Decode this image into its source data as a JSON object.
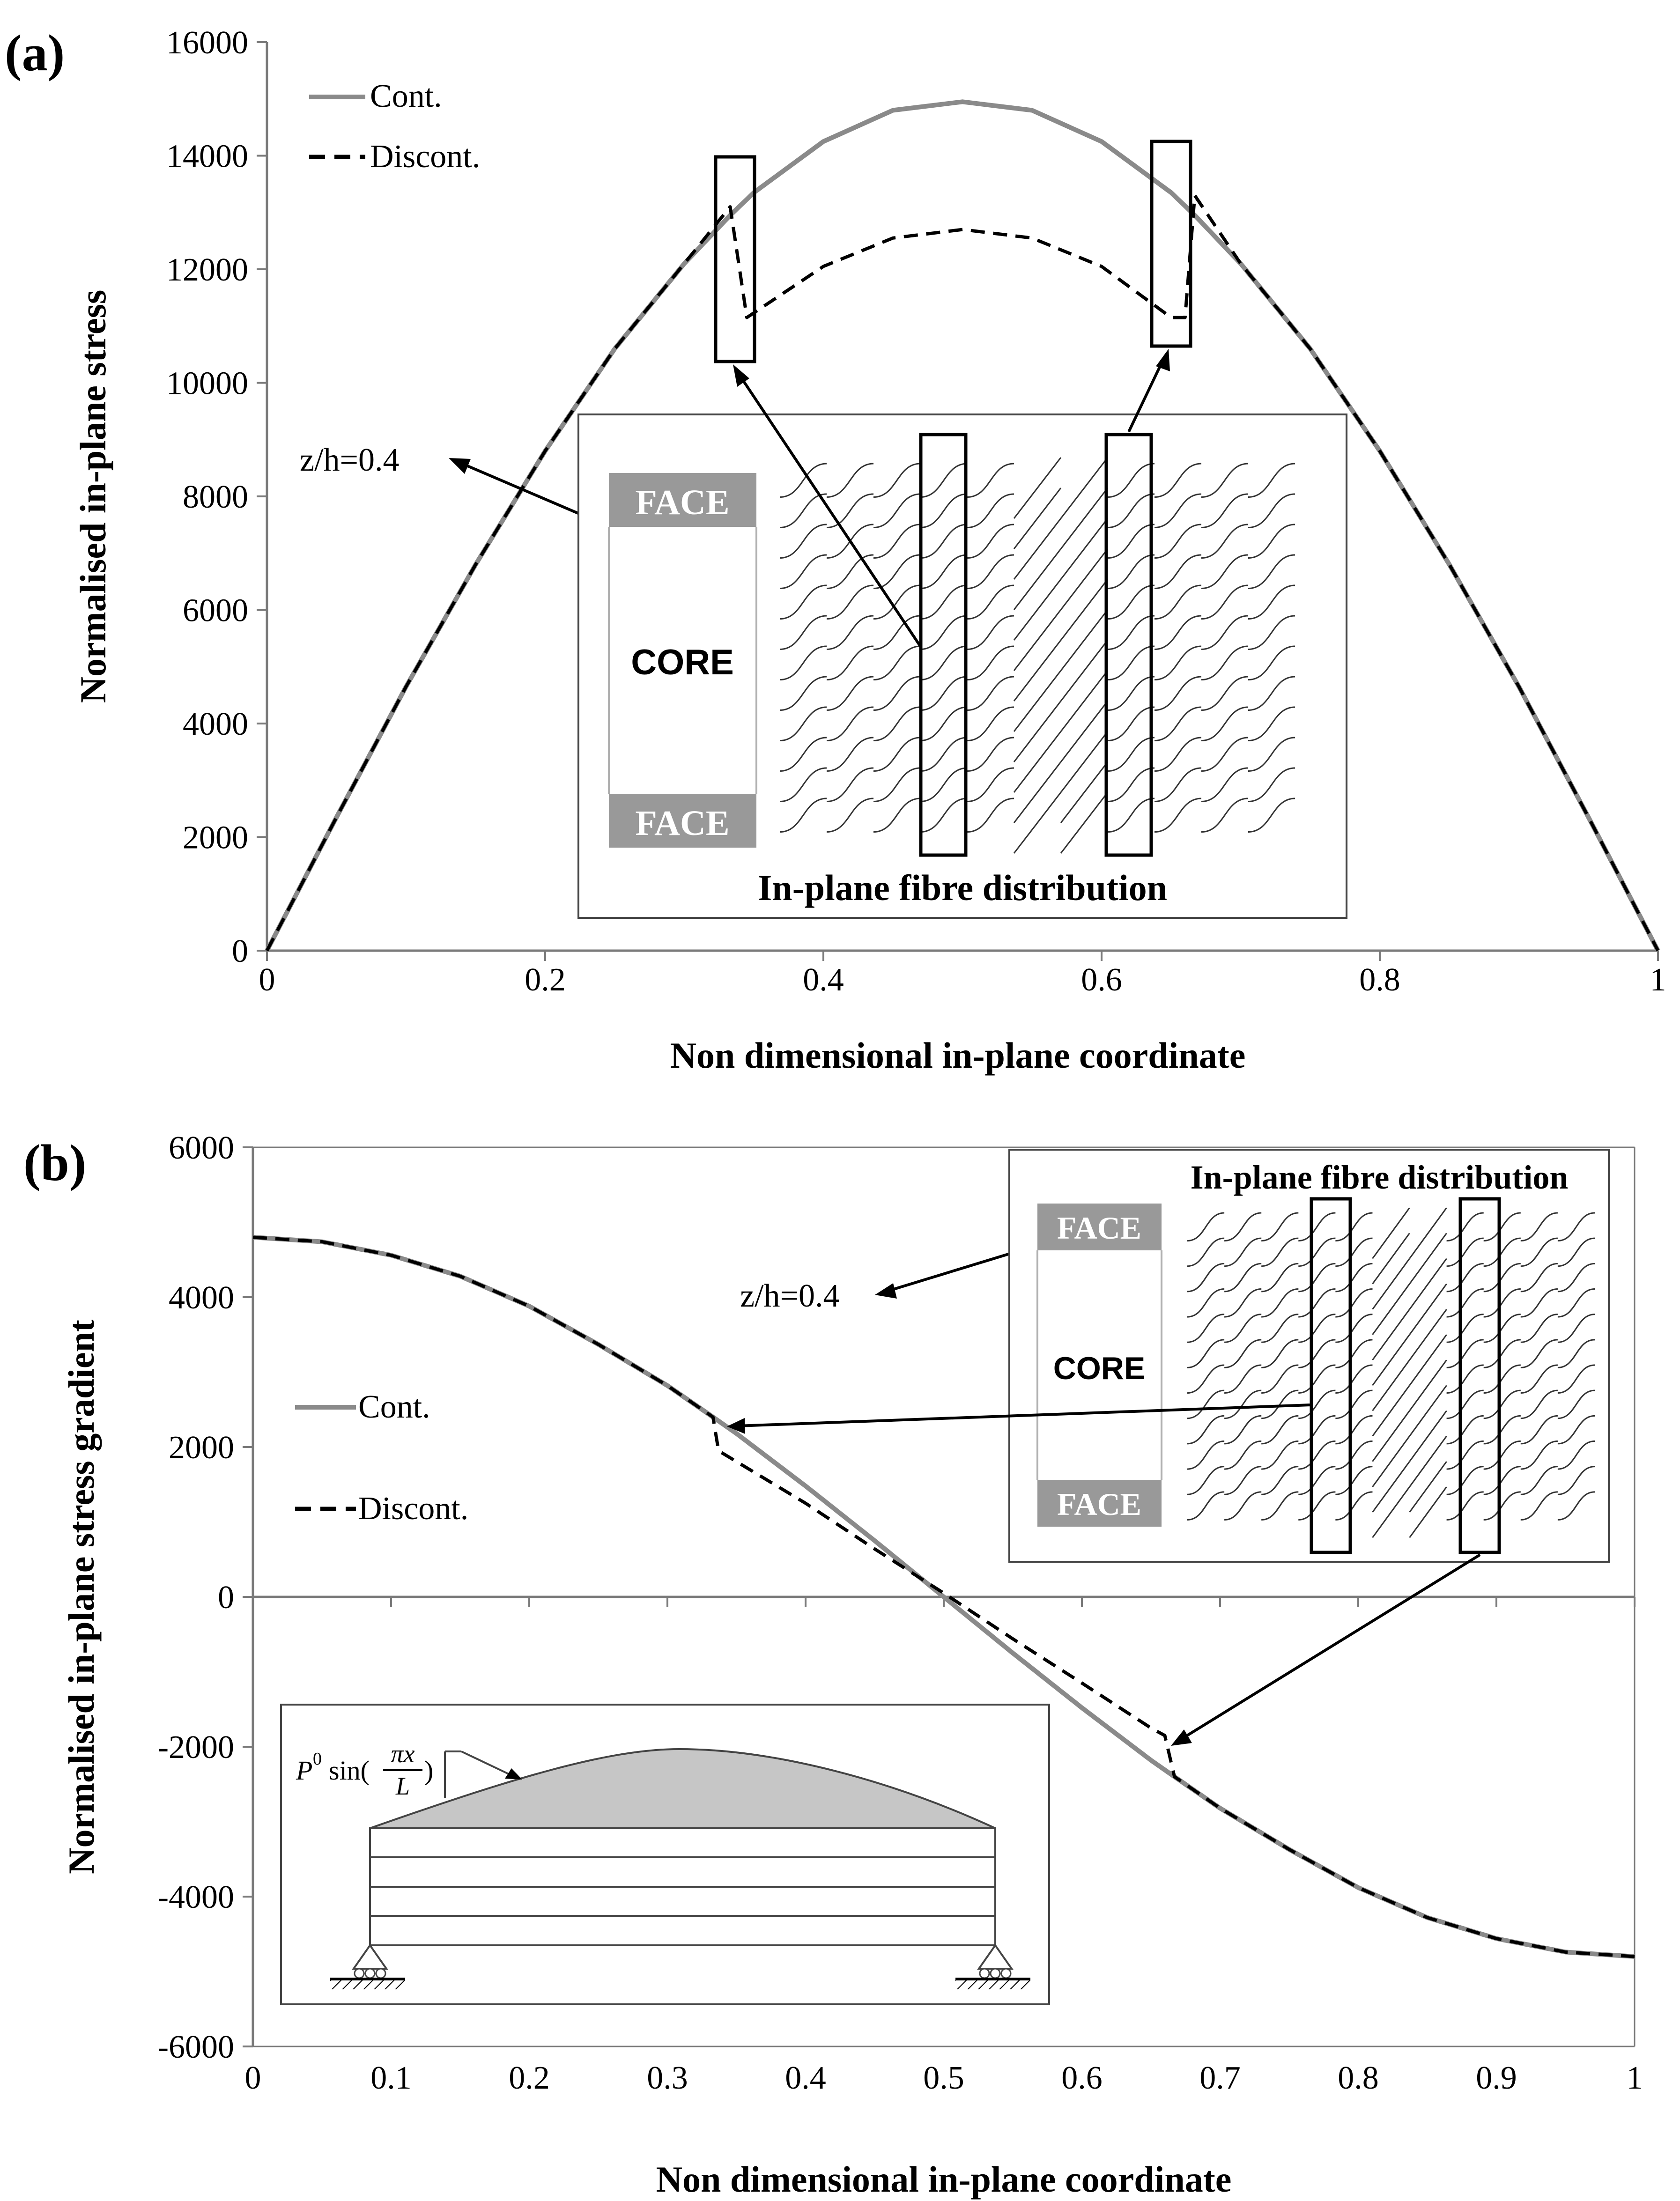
{
  "colors": {
    "cont": "#8a8a8a",
    "discont": "#000000",
    "face_fill": "#999999",
    "load_fill": "#c6c6c6"
  },
  "chart_data": [
    {
      "panel_label": "(a)",
      "type": "line",
      "xlabel": "Non dimensional in-plane coordinate",
      "ylabel": "Normalised in-plane stress",
      "xlim": [
        0,
        1
      ],
      "ylim": [
        0,
        16000
      ],
      "xticks": [
        "0",
        "0.2",
        "0.4",
        "0.6",
        "0.8",
        "1"
      ],
      "yticks": [
        "0",
        "2000",
        "4000",
        "6000",
        "8000",
        "10000",
        "12000",
        "14000",
        "16000"
      ],
      "grid": false,
      "legend_position": "top-left",
      "series": [
        {
          "name": "Cont.",
          "style": "solid",
          "x": [
            0,
            0.05,
            0.1,
            0.15,
            0.2,
            0.25,
            0.3,
            0.333,
            0.35,
            0.4,
            0.45,
            0.5,
            0.55,
            0.6,
            0.65,
            0.667,
            0.7,
            0.75,
            0.8,
            0.85,
            0.9,
            0.95,
            1
          ],
          "y": [
            0,
            2350,
            4650,
            6800,
            8800,
            10600,
            12100,
            12950,
            13350,
            14250,
            14800,
            14950,
            14800,
            14250,
            13350,
            12950,
            12100,
            10600,
            8800,
            6800,
            4650,
            2350,
            0
          ]
        },
        {
          "name": "Discont.",
          "style": "dashed",
          "x": [
            0,
            0.05,
            0.1,
            0.15,
            0.2,
            0.25,
            0.3,
            0.333,
            0.345,
            0.4,
            0.45,
            0.5,
            0.55,
            0.6,
            0.65,
            0.66,
            0.667,
            0.7,
            0.75,
            0.8,
            0.85,
            0.9,
            0.95,
            1
          ],
          "y": [
            0,
            2350,
            4650,
            6800,
            8800,
            10600,
            12100,
            13100,
            11150,
            12050,
            12550,
            12700,
            12550,
            12050,
            11150,
            11150,
            13300,
            12100,
            10600,
            8800,
            6800,
            4650,
            2350,
            0
          ]
        }
      ],
      "annotations": {
        "z_label": "z/h=0.4",
        "inset_title": "In-plane fibre distribution",
        "face_top": "FACE",
        "core": "CORE",
        "face_bottom": "FACE"
      }
    },
    {
      "panel_label": "(b)",
      "type": "line",
      "xlabel": "Non dimensional in-plane coordinate",
      "ylabel": "Normalised in-plane stress gradient",
      "xlim": [
        0,
        1
      ],
      "ylim": [
        -6000,
        6000
      ],
      "xticks": [
        "0",
        "0.1",
        "0.2",
        "0.3",
        "0.4",
        "0.5",
        "0.6",
        "0.7",
        "0.8",
        "0.9",
        "1"
      ],
      "yticks": [
        "-6000",
        "-4000",
        "-2000",
        "0",
        "2000",
        "4000",
        "6000"
      ],
      "grid": false,
      "legend_position": "center-left",
      "series": [
        {
          "name": "Cont.",
          "style": "solid",
          "x": [
            0,
            0.05,
            0.1,
            0.15,
            0.2,
            0.25,
            0.3,
            0.333,
            0.35,
            0.4,
            0.45,
            0.5,
            0.55,
            0.6,
            0.65,
            0.667,
            0.7,
            0.75,
            0.8,
            0.85,
            0.9,
            0.95,
            1
          ],
          "y": [
            4800,
            4740,
            4560,
            4280,
            3880,
            3370,
            2820,
            2400,
            2180,
            1480,
            750,
            0,
            -750,
            -1480,
            -2180,
            -2400,
            -2820,
            -3370,
            -3880,
            -4280,
            -4560,
            -4740,
            -4800
          ]
        },
        {
          "name": "Discont.",
          "style": "dashed",
          "x": [
            0,
            0.05,
            0.1,
            0.15,
            0.2,
            0.25,
            0.3,
            0.333,
            0.337,
            0.4,
            0.45,
            0.5,
            0.55,
            0.6,
            0.65,
            0.66,
            0.667,
            0.7,
            0.75,
            0.8,
            0.85,
            0.9,
            0.95,
            1
          ],
          "y": [
            4800,
            4740,
            4560,
            4280,
            3880,
            3370,
            2820,
            2400,
            1950,
            1250,
            640,
            50,
            -560,
            -1150,
            -1750,
            -1850,
            -2400,
            -2820,
            -3370,
            -3880,
            -4280,
            -4560,
            -4740,
            -4800
          ]
        }
      ],
      "annotations": {
        "z_label": "z/h=0.4",
        "inset_title": "In-plane fibre distribution",
        "face_top": "FACE",
        "core": "CORE",
        "face_bottom": "FACE",
        "load_symbol": "P",
        "load_superscript": "0",
        "load_function": "sin(",
        "load_numerator": "πx",
        "load_denominator": "L",
        "load_close": ")"
      }
    }
  ]
}
